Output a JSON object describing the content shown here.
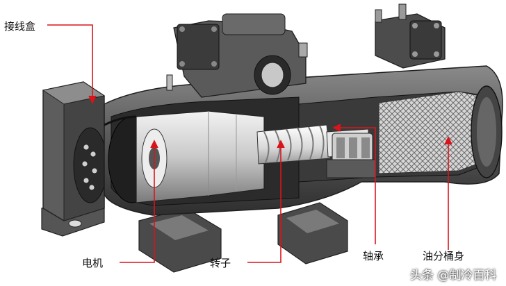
{
  "labels": {
    "junction_box": "接线盒",
    "motor": "电机",
    "rotor": "转子",
    "bearing": "轴承",
    "oil_separator": "油分桶身"
  },
  "watermark": {
    "text": "头条 @制冷百科"
  },
  "colors": {
    "callout": "#d9141b",
    "metal_dark": "#3a3a3a",
    "metal_mid": "#6e6e6e",
    "metal_light": "#b9b9b9",
    "background": "#ffffff"
  }
}
